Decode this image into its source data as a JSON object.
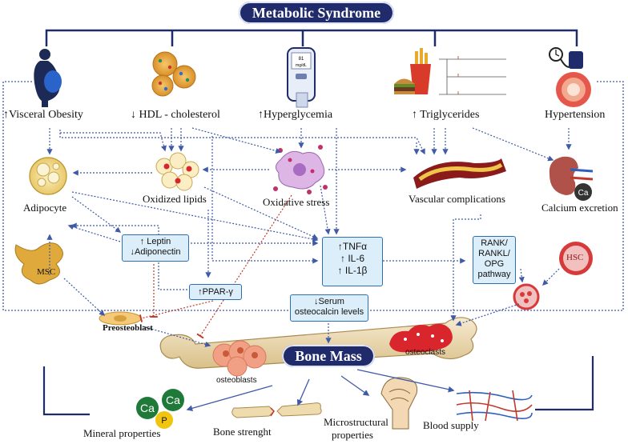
{
  "title": "Metabolic Syndrome",
  "center": "Bone Mass",
  "top_factors": [
    "↑Visceral Obesity",
    "↓ HDL - cholesterol",
    "↑Hyperglycemia",
    "↑ Triglycerides",
    "Hypertension"
  ],
  "nodes": {
    "adipocyte": "Adipocyte",
    "oxidized_lipids": "Oxidized lipids",
    "oxidative_stress": "Oxidative stress",
    "vascular": "Vascular complications",
    "calcium": "Calcium excretion",
    "msc": "MSC",
    "preosteoblast": "Preosteoblast",
    "hsc": "HSC",
    "osteoblasts": "osteoblasts",
    "osteoclasts": "osteoclasts",
    "ca_badge": "Ca"
  },
  "boxes": {
    "leptin_1": "↑ Leptin",
    "leptin_2": "↓Adiponectin",
    "ppar": "↑PPAR-γ",
    "tnf_1": "↑TNFα",
    "tnf_2": "↑ IL-6",
    "tnf_3": "↑ IL-1β",
    "rank_1": "RANK/",
    "rank_2": "RANKL/",
    "rank_3": "OPG",
    "rank_4": "pathway",
    "serum_1": "↓Serum",
    "serum_2": "osteocalcin levels"
  },
  "outcomes": {
    "mineral": "Mineral properties",
    "strength": "Bone strenght",
    "micro_1": "Microstructural",
    "micro_2": "properties",
    "blood": "Blood supply",
    "ca1": "Ca",
    "ca2": "Ca",
    "p": "P"
  },
  "glucometer": {
    "line1": "81",
    "line2": "mg/dL"
  },
  "colors": {
    "navy": "#1f2b6b",
    "arrow": "#3f5aa8",
    "red_dashed": "#c0392b",
    "box_fill": "#dceefa",
    "box_border": "#2f6fb0",
    "cell_yellow": "#f4df8f",
    "bone": "#efdcae",
    "osteoclast": "#d9262c",
    "osteoblast": "#f2a085",
    "msc": "#dfa93b",
    "ca_green": "#1f7a3a",
    "p_yellow": "#f1c40f",
    "hsc": "#d63a3a"
  }
}
